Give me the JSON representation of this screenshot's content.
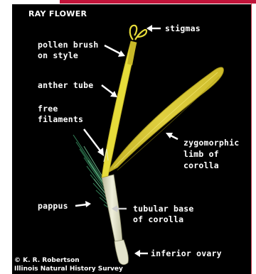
{
  "title": "RAY FLOWER",
  "labels": {
    "stigmas": "stigmas",
    "pollen_brush_1": "pollen brush",
    "pollen_brush_2": "on style",
    "anther_tube": "anther tube",
    "free_filaments_1": "free",
    "free_filaments_2": "filaments",
    "zygomorphic_1": "zygomorphic",
    "zygomorphic_2": "limb of",
    "zygomorphic_3": "corolla",
    "pappus": "pappus",
    "tubular_base_1": "tubular base",
    "tubular_base_2": "of corolla",
    "inferior_ovary": "inferior ovary"
  },
  "credit": {
    "copyright": "© K. R. Robertson",
    "institution": "Illinois Natural History Survey"
  },
  "colors": {
    "background": "#000000",
    "corolla": "#d8c830",
    "style": "#e6dc3a",
    "pappus": "#2f7a52",
    "labels": "#ffffff",
    "top_strip": "#c2143a"
  }
}
